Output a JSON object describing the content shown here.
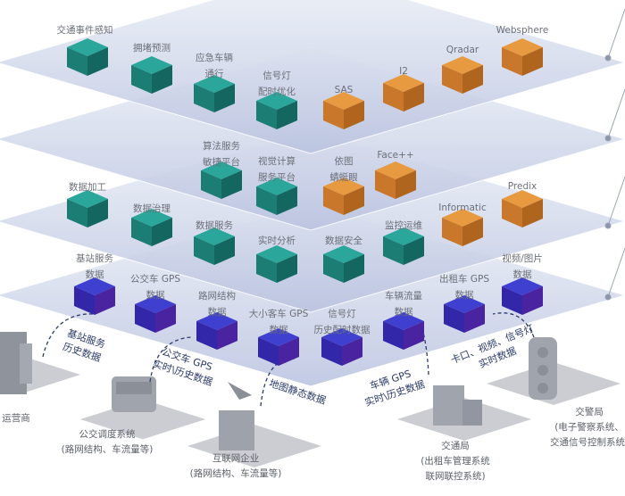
{
  "colors": {
    "teal": "#1f8f86",
    "orange": "#d8862e",
    "blue": "#3a2fb8",
    "plane": "#c9d3e6",
    "annotation": "#2b3a6b"
  },
  "layers": [
    {
      "name": "application-layer",
      "items": [
        {
          "label": "交通事件感知",
          "type": "teal"
        },
        {
          "label": "拥堵预测",
          "type": "teal"
        },
        {
          "label": "应急车辆\n通行",
          "type": "teal"
        },
        {
          "label": "信号灯\n配时优化",
          "type": "teal"
        },
        {
          "label": "SAS",
          "type": "orange"
        },
        {
          "label": "I2",
          "type": "orange"
        },
        {
          "label": "Qradar",
          "type": "orange"
        },
        {
          "label": "Websphere",
          "type": "orange"
        }
      ]
    },
    {
      "name": "algorithm-layer",
      "items": [
        {
          "label": "算法服务\n敏捷平台",
          "type": "teal"
        },
        {
          "label": "视觉计算\n服务平台",
          "type": "teal"
        },
        {
          "label": "依图\n蜻蜓眼",
          "type": "orange"
        },
        {
          "label": "Face++",
          "type": "orange"
        }
      ]
    },
    {
      "name": "data-platform-layer",
      "items": [
        {
          "label": "数据加工",
          "type": "teal"
        },
        {
          "label": "数据治理",
          "type": "teal"
        },
        {
          "label": "数据服务",
          "type": "teal"
        },
        {
          "label": "实时分析",
          "type": "teal"
        },
        {
          "label": "数据安全",
          "type": "teal"
        },
        {
          "label": "监控运维",
          "type": "teal"
        },
        {
          "label": "Informatic",
          "type": "orange"
        },
        {
          "label": "Predix",
          "type": "orange"
        }
      ]
    },
    {
      "name": "data-source-layer",
      "items": [
        {
          "label": "基站服务\n数据",
          "type": "blue"
        },
        {
          "label": "公交车 GPS\n数据",
          "type": "blue"
        },
        {
          "label": "路网结构\n数据",
          "type": "blue"
        },
        {
          "label": "大小客车 GPS\n数据",
          "type": "blue"
        },
        {
          "label": "信号灯\n历史配时数据",
          "type": "blue"
        },
        {
          "label": "车辆流量\n数据",
          "type": "blue"
        },
        {
          "label": "出租车 GPS\n数据",
          "type": "blue"
        },
        {
          "label": "视频/图片\n数据",
          "type": "blue"
        }
      ]
    }
  ],
  "flows": [
    {
      "label": "基站服务\n历史数据"
    },
    {
      "label": "公交车 GPS\n实时\\历史数据"
    },
    {
      "label": "地图静态数据"
    },
    {
      "label": "车辆 GPS\n实时\\历史数据"
    },
    {
      "label": "卡口、视频、信号灯\n实时数据"
    }
  ],
  "sources": [
    {
      "icon": "building-icon",
      "lines": [
        "运营商"
      ]
    },
    {
      "icon": "bus-icon",
      "lines": [
        "公交调度系统",
        "(路网结构、车流量等)"
      ]
    },
    {
      "icon": "paper-plane-icon",
      "lines": [
        "互联网企业",
        "(路网结构、车流量等)"
      ]
    },
    {
      "icon": "truck-icon",
      "lines": [
        "交通局",
        "(出租车管理系统",
        "联网联控系统)"
      ]
    },
    {
      "icon": "traffic-light-icon",
      "lines": [
        "交警局",
        "(电子警察系统、",
        "交通信号控制系统)"
      ]
    }
  ]
}
